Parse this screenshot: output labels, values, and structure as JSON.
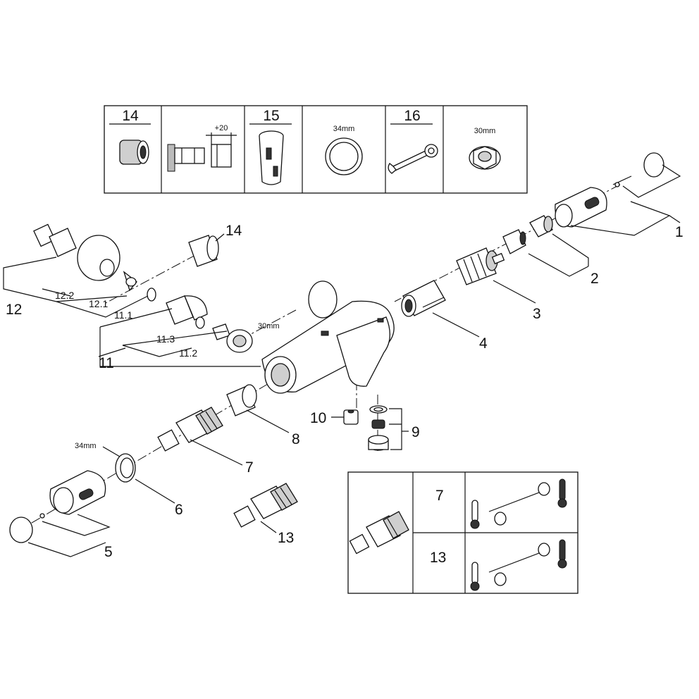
{
  "tool_table": {
    "headers": [
      "14",
      "15",
      "16"
    ],
    "dim_plus": "+20",
    "dim_34": "34mm",
    "dim_30": "30mm"
  },
  "labels": {
    "p1": "1",
    "p2": "2",
    "p3": "3",
    "p4": "4",
    "p5": "5",
    "p6": "6",
    "p7": "7",
    "p8": "8",
    "p9": "9",
    "p10": "10",
    "p11": "11",
    "p12": "12",
    "p13": "13",
    "p14": "14",
    "p11_1": "11.1",
    "p11_2": "11.2",
    "p11_3": "11.3",
    "p12_1": "12.1",
    "p12_2": "12.2",
    "mm30": "30mm",
    "mm34": "34mm"
  },
  "legend": {
    "row1": "7",
    "row2": "13"
  },
  "icons": [
    "adapter-icon",
    "spanner-icon",
    "nut-icon",
    "ring-icon",
    "thermometer-icon",
    "cartridge-icon",
    "handle-icon",
    "mixer-body-icon"
  ]
}
